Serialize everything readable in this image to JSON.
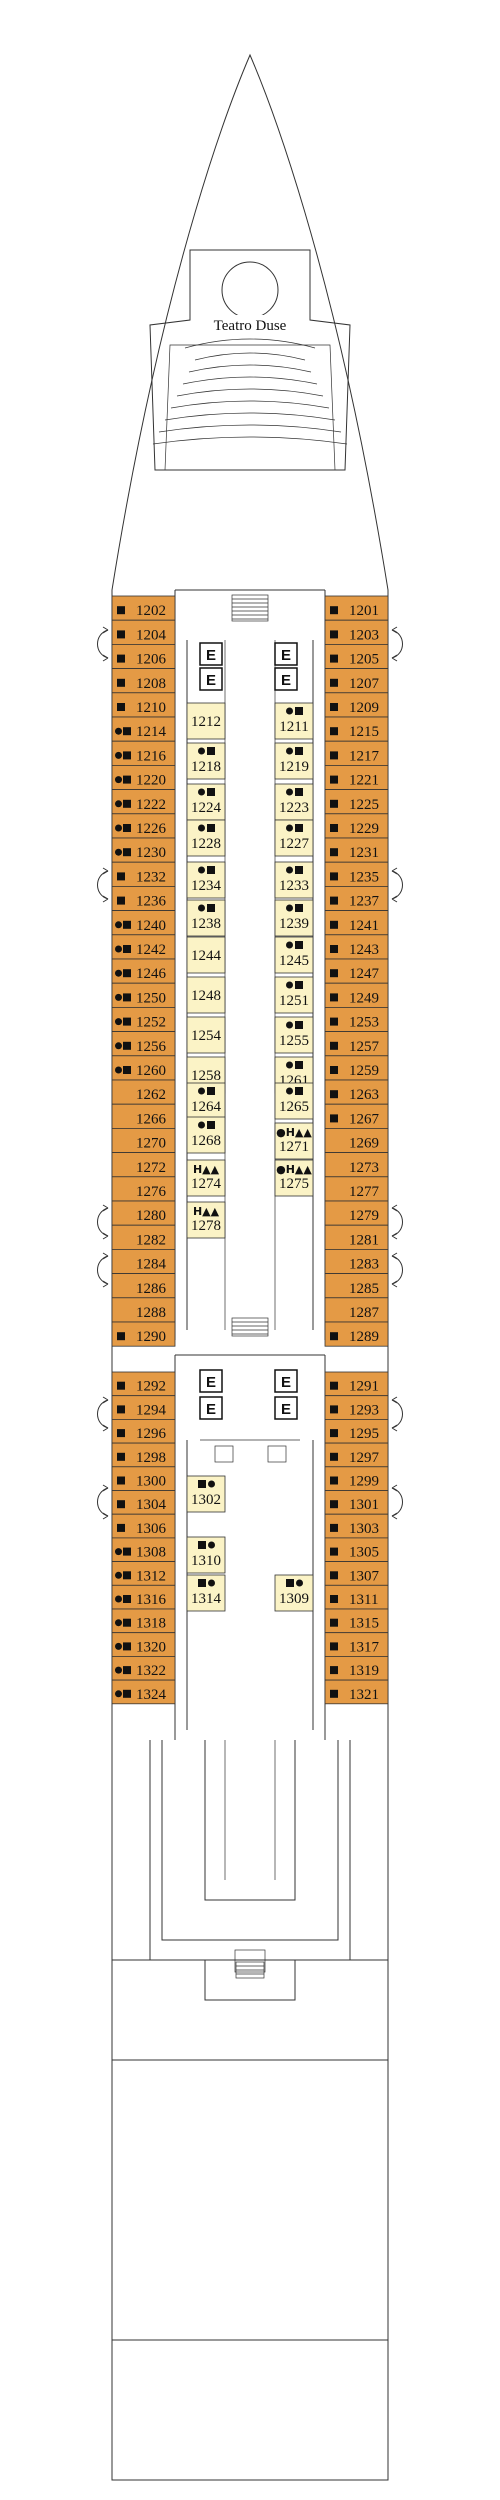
{
  "venue_label": "Teatro Duse",
  "elevator_label": "E",
  "colors": {
    "outer_cabin": "#e49a45",
    "inner_cabin": "#fbf3c6",
    "line": "#333333"
  },
  "outer_left": [
    {
      "n": "1202",
      "m": "sq"
    },
    {
      "n": "1204",
      "m": "sq"
    },
    {
      "n": "1206",
      "m": "sq"
    },
    {
      "n": "1208",
      "m": "sq"
    },
    {
      "n": "1210",
      "m": "sq"
    },
    {
      "n": "1214",
      "m": "dsq"
    },
    {
      "n": "1216",
      "m": "dsq"
    },
    {
      "n": "1220",
      "m": "dsq"
    },
    {
      "n": "1222",
      "m": "dsq"
    },
    {
      "n": "1226",
      "m": "dsq"
    },
    {
      "n": "1230",
      "m": "dsq"
    },
    {
      "n": "1232",
      "m": "sq"
    },
    {
      "n": "1236",
      "m": "sq"
    },
    {
      "n": "1240",
      "m": "dsq"
    },
    {
      "n": "1242",
      "m": "dsq"
    },
    {
      "n": "1246",
      "m": "dsq"
    },
    {
      "n": "1250",
      "m": "dsq"
    },
    {
      "n": "1252",
      "m": "dsq"
    },
    {
      "n": "1256",
      "m": "dsq"
    },
    {
      "n": "1260",
      "m": "dsq"
    },
    {
      "n": "1262",
      "m": ""
    },
    {
      "n": "1266",
      "m": ""
    },
    {
      "n": "1270",
      "m": ""
    },
    {
      "n": "1272",
      "m": ""
    },
    {
      "n": "1276",
      "m": ""
    },
    {
      "n": "1280",
      "m": ""
    },
    {
      "n": "1282",
      "m": ""
    },
    {
      "n": "1284",
      "m": ""
    },
    {
      "n": "1286",
      "m": ""
    },
    {
      "n": "1288",
      "m": ""
    },
    {
      "n": "1290",
      "m": "sq"
    }
  ],
  "outer_right": [
    {
      "n": "1201",
      "m": "sq"
    },
    {
      "n": "1203",
      "m": "sq"
    },
    {
      "n": "1205",
      "m": "sq"
    },
    {
      "n": "1207",
      "m": "sq"
    },
    {
      "n": "1209",
      "m": "sq"
    },
    {
      "n": "1215",
      "m": "sq"
    },
    {
      "n": "1217",
      "m": "sq"
    },
    {
      "n": "1221",
      "m": "sq"
    },
    {
      "n": "1225",
      "m": "sq"
    },
    {
      "n": "1229",
      "m": "sq"
    },
    {
      "n": "1231",
      "m": "sq"
    },
    {
      "n": "1235",
      "m": "sq"
    },
    {
      "n": "1237",
      "m": "sq"
    },
    {
      "n": "1241",
      "m": "sq"
    },
    {
      "n": "1243",
      "m": "sq"
    },
    {
      "n": "1247",
      "m": "sq"
    },
    {
      "n": "1249",
      "m": "sq"
    },
    {
      "n": "1253",
      "m": "sq"
    },
    {
      "n": "1257",
      "m": "sq"
    },
    {
      "n": "1259",
      "m": "sq"
    },
    {
      "n": "1263",
      "m": "sq"
    },
    {
      "n": "1267",
      "m": "sq"
    },
    {
      "n": "1269",
      "m": ""
    },
    {
      "n": "1273",
      "m": ""
    },
    {
      "n": "1277",
      "m": ""
    },
    {
      "n": "1279",
      "m": ""
    },
    {
      "n": "1281",
      "m": ""
    },
    {
      "n": "1283",
      "m": ""
    },
    {
      "n": "1285",
      "m": ""
    },
    {
      "n": "1287",
      "m": ""
    },
    {
      "n": "1289",
      "m": "sq"
    }
  ],
  "inner_left": [
    {
      "n": "1212",
      "m": ""
    },
    {
      "n": "1218",
      "m": "ds"
    },
    {
      "n": "1224",
      "m": "ds"
    },
    {
      "n": "1228",
      "m": "ds"
    },
    {
      "n": "1234",
      "m": "ds"
    },
    {
      "n": "1238",
      "m": "ds"
    },
    {
      "n": "1244",
      "m": ""
    },
    {
      "n": "1248",
      "m": ""
    },
    {
      "n": "1254",
      "m": ""
    },
    {
      "n": "1258",
      "m": ""
    },
    {
      "n": "1264",
      "m": "ds"
    },
    {
      "n": "1268",
      "m": "ds"
    },
    {
      "n": "1274",
      "m": "H▲▲"
    },
    {
      "n": "1278",
      "m": "H▲▲"
    }
  ],
  "inner_right": [
    {
      "n": "1211",
      "m": "ds"
    },
    {
      "n": "1219",
      "m": "ds"
    },
    {
      "n": "1223",
      "m": "ds"
    },
    {
      "n": "1227",
      "m": "ds"
    },
    {
      "n": "1233",
      "m": "ds"
    },
    {
      "n": "1239",
      "m": "ds"
    },
    {
      "n": "1245",
      "m": "ds"
    },
    {
      "n": "1251",
      "m": "ds"
    },
    {
      "n": "1255",
      "m": "ds"
    },
    {
      "n": "1261",
      "m": "ds"
    },
    {
      "n": "1265",
      "m": "ds"
    },
    {
      "n": "1271",
      "m": "●H▲▲"
    },
    {
      "n": "1275",
      "m": "●H▲▲"
    }
  ],
  "aft_left": [
    {
      "n": "1292",
      "m": "sq"
    },
    {
      "n": "1294",
      "m": "sq"
    },
    {
      "n": "1296",
      "m": "sq"
    },
    {
      "n": "1298",
      "m": "sq"
    },
    {
      "n": "1300",
      "m": "sq"
    },
    {
      "n": "1304",
      "m": "sq"
    },
    {
      "n": "1306",
      "m": "sq"
    },
    {
      "n": "1308",
      "m": "dsq"
    },
    {
      "n": "1312",
      "m": "dsq"
    },
    {
      "n": "1316",
      "m": "dsq"
    },
    {
      "n": "1318",
      "m": "dsq"
    },
    {
      "n": "1320",
      "m": "dsq"
    },
    {
      "n": "1322",
      "m": "dsq"
    },
    {
      "n": "1324",
      "m": "dsq"
    }
  ],
  "aft_right": [
    {
      "n": "1291",
      "m": "sq"
    },
    {
      "n": "1293",
      "m": "sq"
    },
    {
      "n": "1295",
      "m": "sq"
    },
    {
      "n": "1297",
      "m": "sq"
    },
    {
      "n": "1299",
      "m": "sq"
    },
    {
      "n": "1301",
      "m": "sq"
    },
    {
      "n": "1303",
      "m": "sq"
    },
    {
      "n": "1305",
      "m": "sq"
    },
    {
      "n": "1307",
      "m": "sq"
    },
    {
      "n": "1311",
      "m": "sq"
    },
    {
      "n": "1315",
      "m": "sq"
    },
    {
      "n": "1317",
      "m": "sq"
    },
    {
      "n": "1319",
      "m": "sq"
    },
    {
      "n": "1321",
      "m": "sq"
    }
  ],
  "aft_inner": [
    {
      "n": "1302",
      "m": "sd"
    },
    {
      "n": "1310",
      "m": "sd"
    },
    {
      "n": "1314",
      "m": "sd"
    },
    {
      "n": "1309",
      "m": "sd"
    }
  ]
}
